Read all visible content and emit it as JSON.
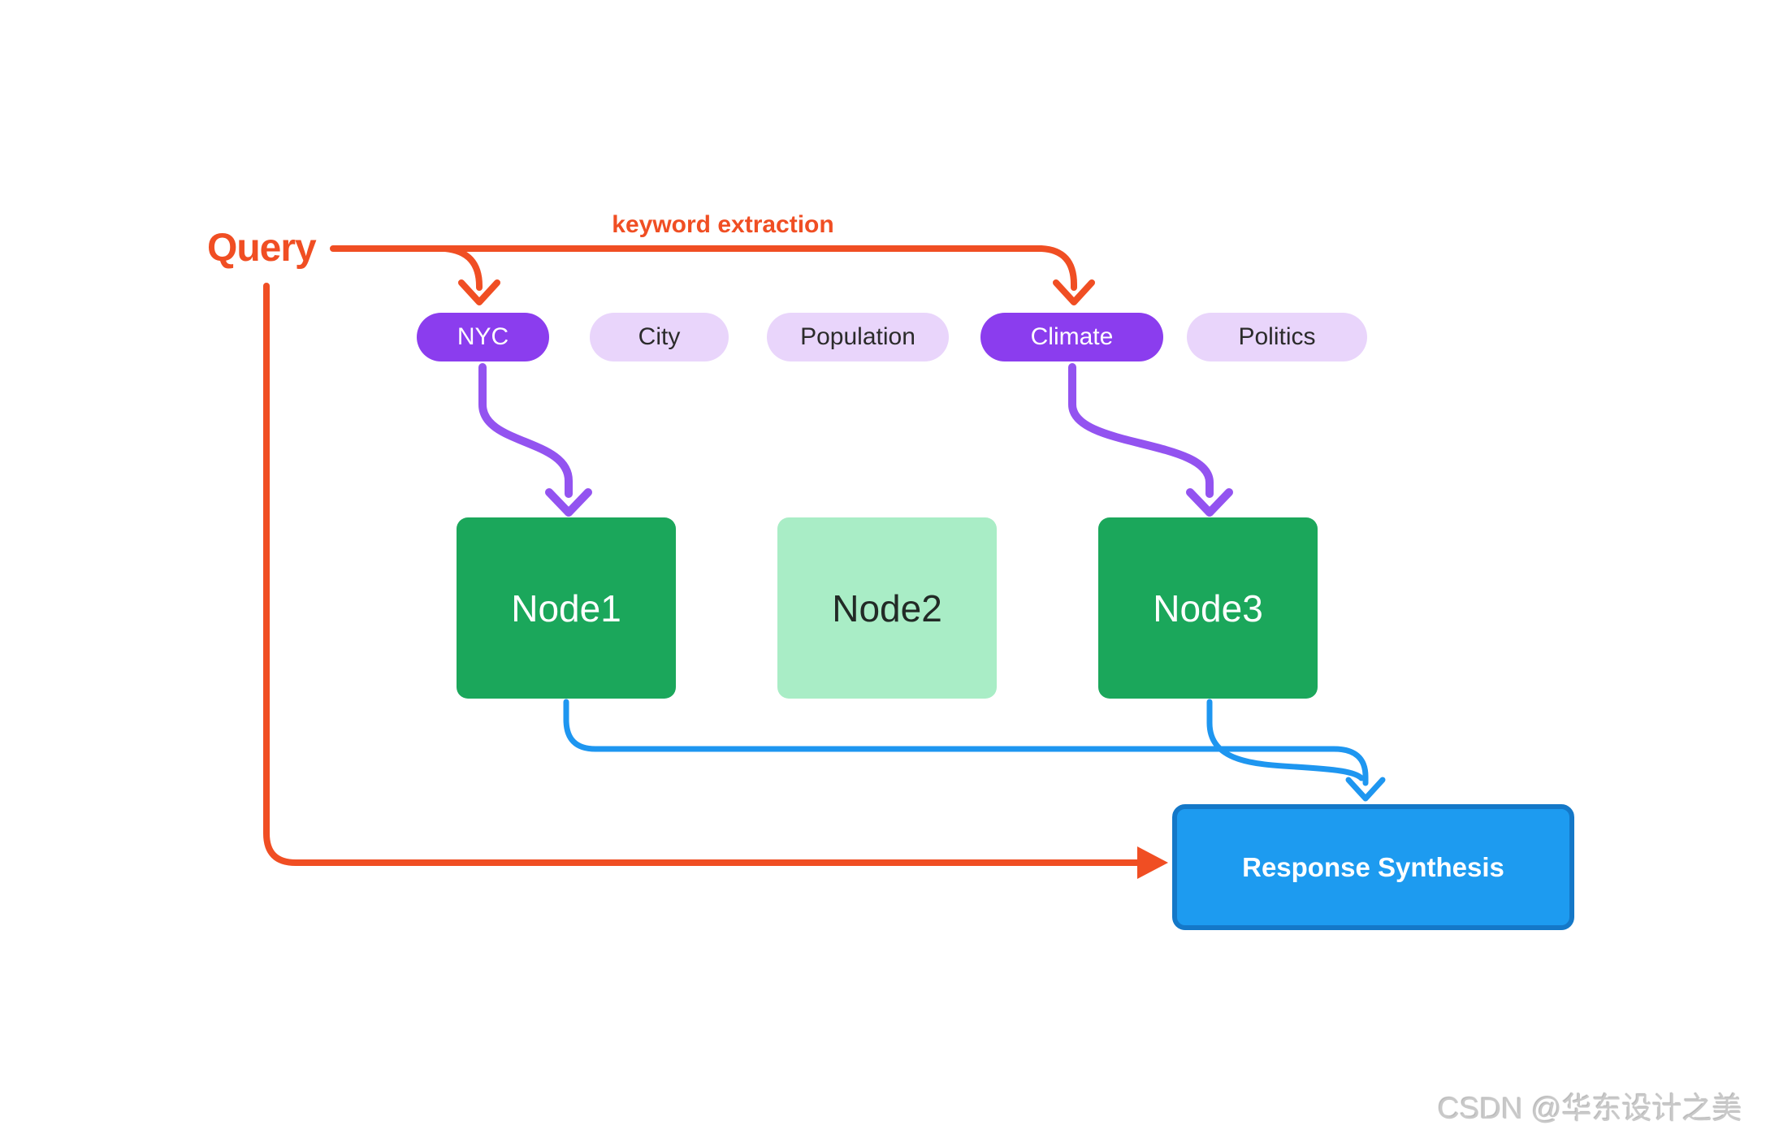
{
  "diagram": {
    "query": {
      "label": "Query"
    },
    "keyword_extraction_label": "keyword extraction",
    "keywords": [
      {
        "label": "NYC",
        "state": "extracted"
      },
      {
        "label": "City",
        "state": "plain"
      },
      {
        "label": "Population",
        "state": "plain"
      },
      {
        "label": "Climate",
        "state": "extracted"
      },
      {
        "label": "Politics",
        "state": "plain"
      }
    ],
    "nodes": [
      {
        "label": "Node1",
        "state": "retrieved"
      },
      {
        "label": "Node2",
        "state": "skipped"
      },
      {
        "label": "Node3",
        "state": "retrieved"
      }
    ],
    "response": {
      "label": "Response Synthesis"
    },
    "colors": {
      "orange": "#F04E23",
      "purple_pill": "#8B3DEE",
      "purple_arrow": "#9353F0",
      "lavender": "#E9D5FB",
      "green_dark": "#1BA75B",
      "green_light": "#A9EDC6",
      "blue_arrow": "#1E96F0",
      "blue_fill": "#1D9BF0",
      "blue_border": "#1478C8"
    }
  },
  "watermark": {
    "text": "CSDN @华东设计之美"
  }
}
